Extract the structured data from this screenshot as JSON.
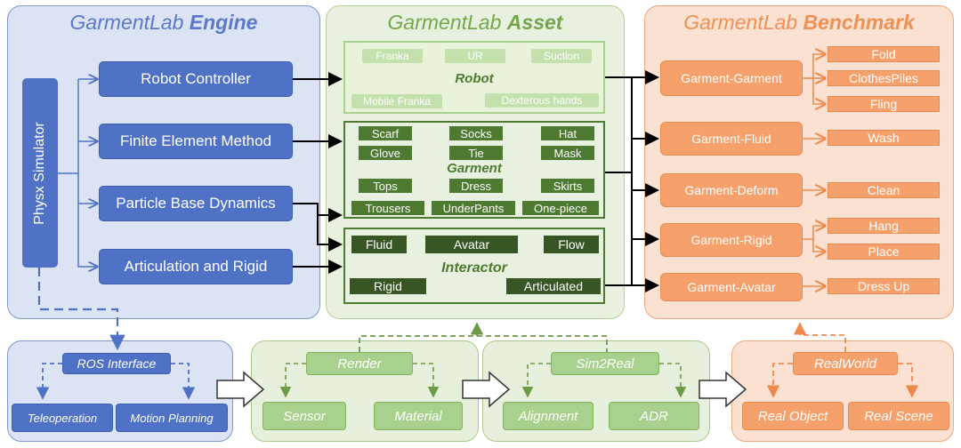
{
  "engine": {
    "title_main": "GarmentLab",
    "title_bold": "Engine",
    "simulator": "Physx Simulator",
    "modules": [
      "Robot Controller",
      "Finite Element Method",
      "Particle Base Dynamics",
      "Articulation and Rigid"
    ]
  },
  "asset": {
    "title_main": "GarmentLab",
    "title_bold": "Asset",
    "robot": {
      "title": "Robot",
      "items": [
        "Franka",
        "UR",
        "Suction",
        "Mobile Franka",
        "Dexterous hands"
      ]
    },
    "garment": {
      "title": "Garment",
      "items": [
        "Scarf",
        "Socks",
        "Hat",
        "Glove",
        "Tie",
        "Mask",
        "Tops",
        "Dress",
        "Skirts",
        "Trousers",
        "UnderPants",
        "One-piece"
      ]
    },
    "interactor": {
      "title": "Interactor",
      "items": [
        "Fluid",
        "Avatar",
        "Flow",
        "Rigid",
        "Articulated"
      ]
    }
  },
  "benchmark": {
    "title_main": "GarmentLab",
    "title_bold": "Benchmark",
    "categories": [
      "Garment-Garment",
      "Garment-Fluid",
      "Garment-Deform",
      "Garment-Rigid",
      "Garment-Avatar"
    ],
    "tasks": [
      "Fold",
      "ClothesPiles",
      "Fling",
      "Wash",
      "Clean",
      "Hang",
      "Place",
      "Dress Up"
    ]
  },
  "ros": {
    "label": "ROS Interface",
    "children": [
      "Teleoperation",
      "Motion Planning"
    ]
  },
  "render": {
    "label": "Render",
    "children": [
      "Sensor",
      "Material"
    ]
  },
  "sim2real": {
    "label": "Sim2Real",
    "children": [
      "Alignment",
      "ADR"
    ]
  },
  "realworld": {
    "label": "RealWorld",
    "children": [
      "Real Object",
      "Real Scene"
    ]
  },
  "colors": {
    "engine_blue": "#4f72c7",
    "asset_green": "#4e7a31",
    "bench_orange": "#f6a06b"
  }
}
